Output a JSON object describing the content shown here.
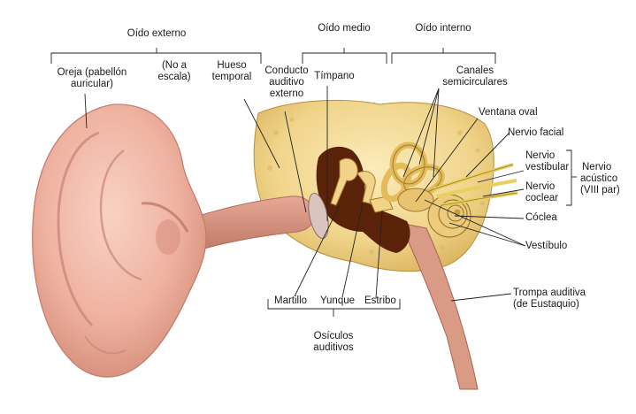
{
  "labels": {
    "oido_externo": "Oído externo",
    "oido_medio": "Oído medio",
    "oido_interno": "Oído interno",
    "oreja_1": "Oreja (pabellón",
    "oreja_2": "auricular)",
    "no_a_escala_1": "(No a",
    "no_a_escala_2": "escala)",
    "hueso_temporal_1": "Hueso",
    "hueso_temporal_2": "temporal",
    "conducto_1": "Conducto",
    "conducto_2": "auditivo",
    "conducto_3": "externo",
    "timpano": "Tímpano",
    "canales_1": "Canales",
    "canales_2": "semicirculares",
    "ventana_oval": "Ventana oval",
    "nervio_facial": "Nervio facial",
    "nervio_vestibular_1": "Nervio",
    "nervio_vestibular_2": "vestibular",
    "nervio_coclear_1": "Nervio",
    "nervio_coclear_2": "coclear",
    "nervio_acustico_1": "Nervio",
    "nervio_acustico_2": "acústico",
    "nervio_acustico_3": "(VIII par)",
    "coclea": "Cóclea",
    "vestibulo": "Vestíbulo",
    "trompa_1": "Trompa auditiva",
    "trompa_2": "(de Eustaquio)",
    "martillo": "Martillo",
    "yunque": "Yunque",
    "estribo": "Estribo",
    "osiculos_1": "Osículos",
    "osiculos_2": "auditivos"
  },
  "colors": {
    "skin": "#efb2a0",
    "skin_dark": "#c9806c",
    "bone": "#f2d98f",
    "bone_dark": "#c9a043",
    "cavity": "#5a2208",
    "leader": "#222222"
  }
}
